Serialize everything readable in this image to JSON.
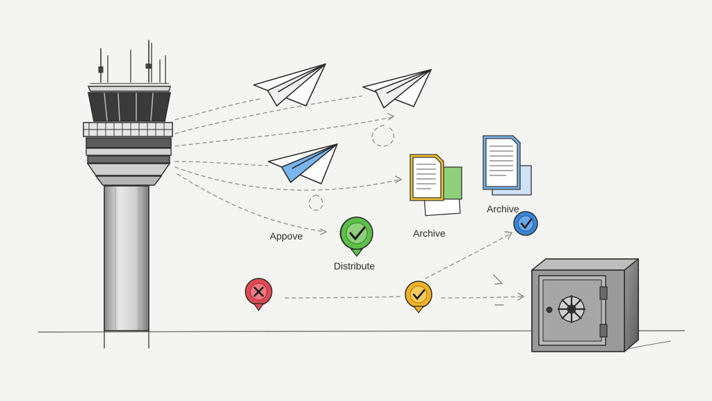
{
  "labels": {
    "approve": "Appove",
    "distribute": "Distribute",
    "archive_1": "Archive",
    "archive_2": "Archive"
  },
  "colors": {
    "background": "#f4f4f2",
    "ink": "#2b2b2b",
    "dashed_line": "#9a9a9a",
    "approve_green": "#5cbf4a",
    "reject_red": "#e04a55",
    "pending_yellow": "#f0b323",
    "archive_blue": "#3a86d6",
    "paper_blue": "#79b6ee",
    "folder_yellow": "#f2c230"
  },
  "icons": [
    "control-tower-icon",
    "paper-plane-icon",
    "document-icon",
    "check-badge-icon",
    "x-badge-icon",
    "safe-icon"
  ]
}
